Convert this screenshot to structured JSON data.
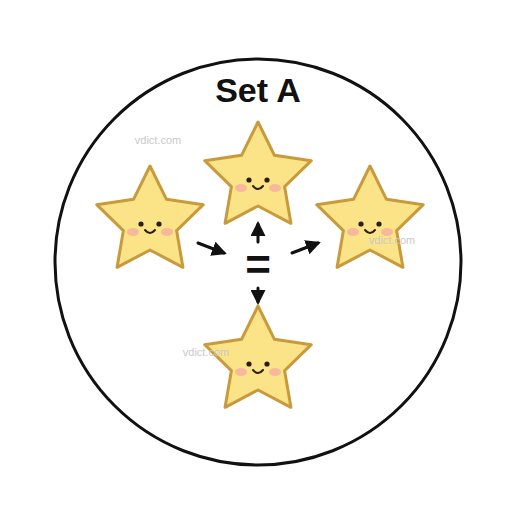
{
  "diagram": {
    "nodes": [
      {
        "text": [
          "Set A"
        ]
      }
    ],
    "labels": [
      "=",
      "vdict.com",
      "vdict.com",
      "vdict.com"
    ]
  }
}
